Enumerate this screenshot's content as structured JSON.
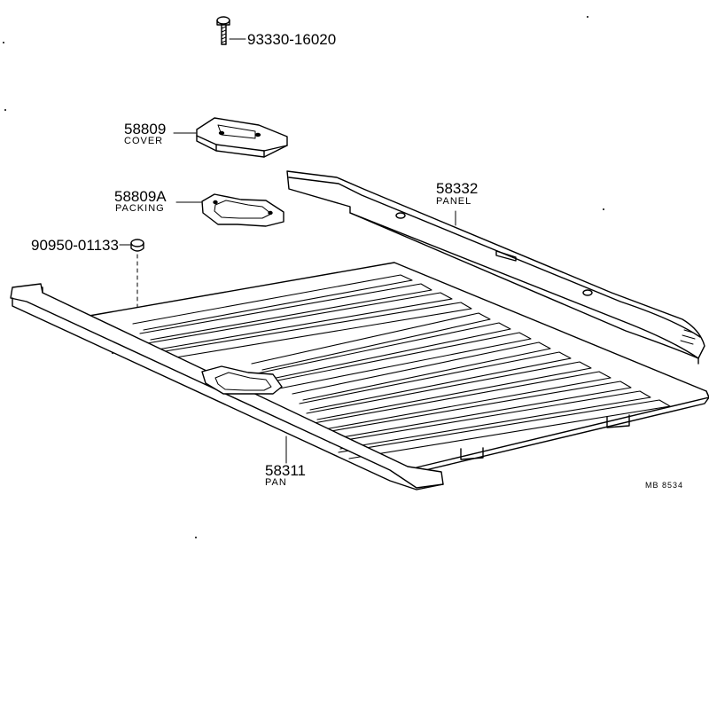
{
  "parts": [
    {
      "number": "93330-16020",
      "name": ""
    },
    {
      "number": "58809",
      "name": "COVER"
    },
    {
      "number": "58809A",
      "name": "PACKING"
    },
    {
      "number": "90950-01133",
      "name": ""
    },
    {
      "number": "58332",
      "name": "PANEL"
    },
    {
      "number": "58311",
      "name": "PAN"
    }
  ],
  "diagram_code": "MB 8534"
}
